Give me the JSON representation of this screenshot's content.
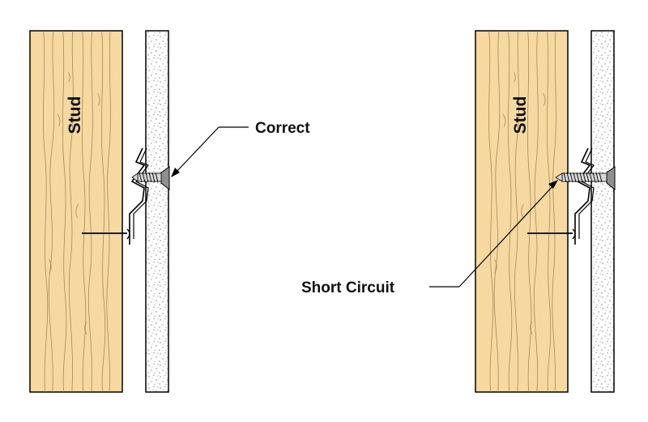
{
  "diagram": {
    "left_panel": {
      "stud_label": "Stud",
      "callout_label": "Correct"
    },
    "right_panel": {
      "stud_label": "Stud",
      "callout_label": "Short Circuit"
    }
  },
  "colors": {
    "wood": "#f6d9a1",
    "wood_grain": "#8c6a3c",
    "drywall": "#ffffff",
    "drywall_speckle": "#8a8a8a",
    "outline": "#000000",
    "screw_head": "#8f8f8f"
  }
}
